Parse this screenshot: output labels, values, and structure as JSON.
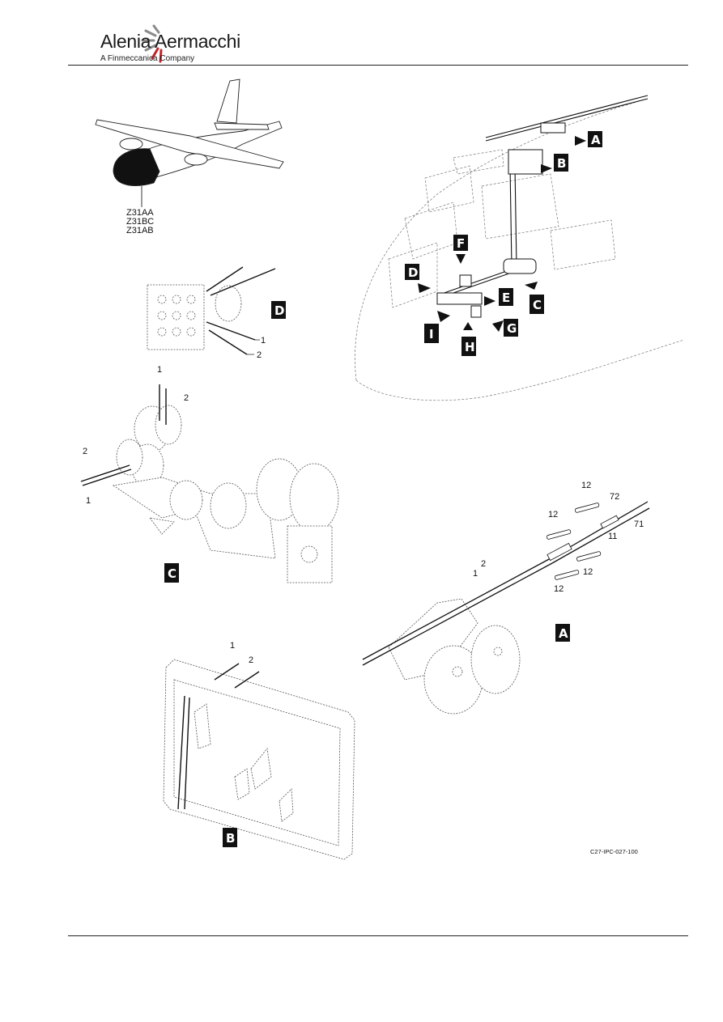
{
  "header": {
    "brand": "Alenia Aermacchi",
    "subtitle": "A Finmeccanica Company"
  },
  "zones": [
    "Z31AA",
    "Z31BC",
    "Z31AB"
  ],
  "view_tags": {
    "A": "A",
    "B": "B",
    "C": "C",
    "D": "D",
    "E": "E",
    "F": "F",
    "G": "G",
    "H": "H",
    "I": "I"
  },
  "detail_tags": {
    "D": "D",
    "C": "C",
    "B": "B",
    "A": "A"
  },
  "item_numbers": {
    "one": "1",
    "two": "2",
    "eleven": "11",
    "twelve": "12",
    "seventy_one": "71",
    "seventy_two": "72"
  },
  "figure_ref": "C27-IPC-027-100",
  "colors": {
    "ink": "#111111",
    "nose_fill": "#111111",
    "line": "#222222"
  }
}
